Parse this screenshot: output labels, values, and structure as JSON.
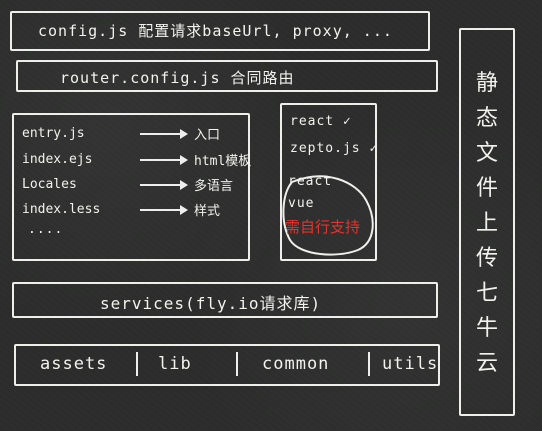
{
  "config_label": "config.js 配置请求baseUrl, proxy, ...",
  "router_label": "router.config.js 合同路由",
  "entries": [
    {
      "file": "entry.js",
      "target": "入口"
    },
    {
      "file": "index.ejs",
      "target": "html模板"
    },
    {
      "file": "Locales",
      "target": "多语言"
    },
    {
      "file": "index.less",
      "target": "样式"
    }
  ],
  "entries_more": "....",
  "libs": [
    "react ✓",
    "zepto.js ✓"
  ],
  "cloud_items": [
    "react",
    "vue"
  ],
  "cloud_note": "需自行支持",
  "services_label": "services(fly.io请求库)",
  "bottom": [
    "assets",
    "lib",
    "common",
    "utils"
  ],
  "side_chars": [
    "静",
    "态",
    "文",
    "件",
    "上",
    "传",
    "七",
    "牛",
    "云"
  ],
  "colors": {
    "chalk": "#eeeeea",
    "board": "#2b2c2b",
    "highlight": "#e8322b"
  }
}
